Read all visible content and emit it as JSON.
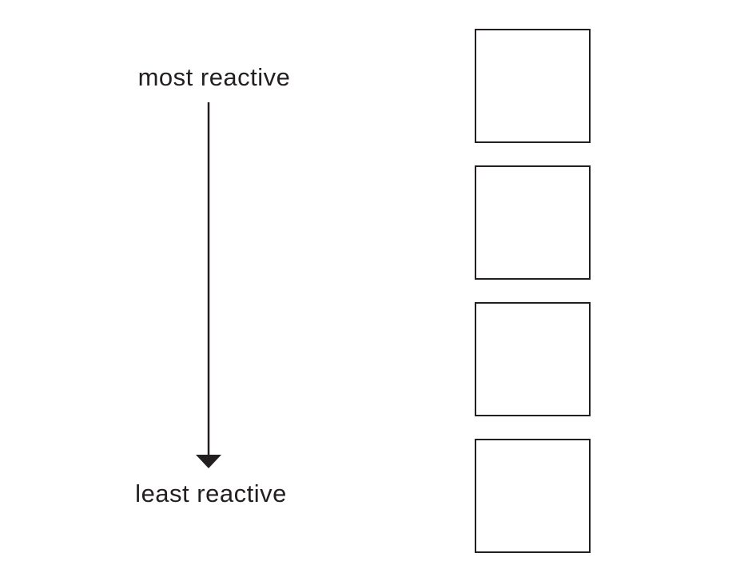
{
  "diagram": {
    "title": "reactivity-series",
    "top_label": "most reactive",
    "bottom_label": "least reactive",
    "arrow": {
      "direction": "down",
      "style": "solid-line-filled-triangle-head"
    },
    "boxes": [
      {
        "value": ""
      },
      {
        "value": ""
      },
      {
        "value": ""
      },
      {
        "value": ""
      }
    ],
    "colors": {
      "ink": "#231f20",
      "background": "#ffffff"
    }
  }
}
